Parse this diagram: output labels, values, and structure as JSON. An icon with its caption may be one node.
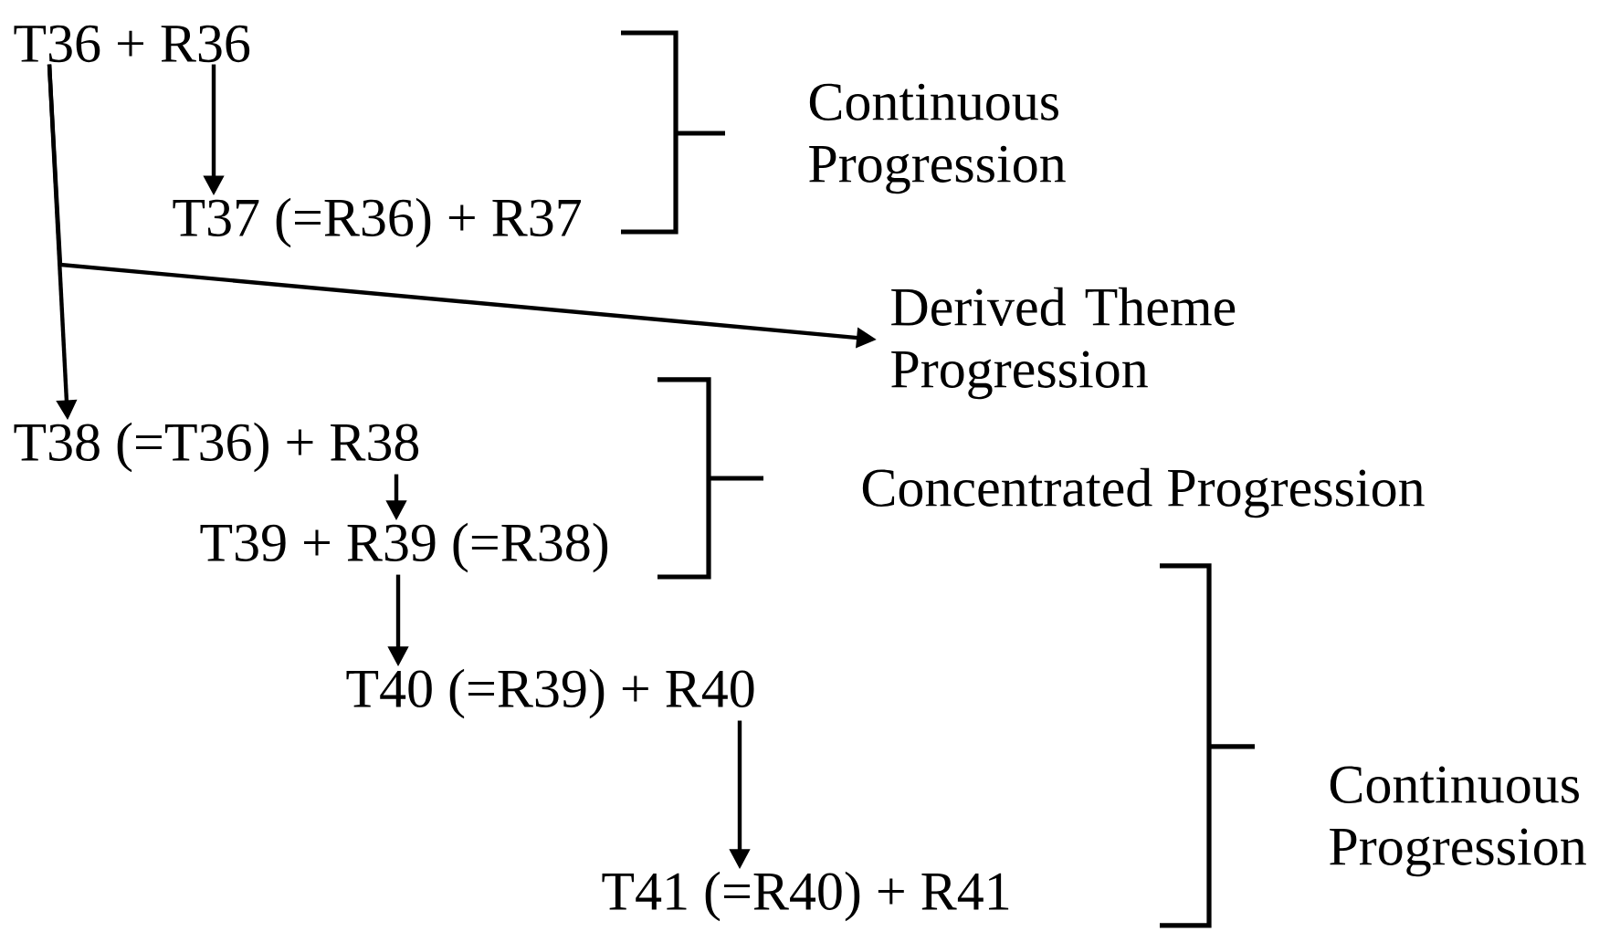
{
  "diagram": {
    "nodes": [
      {
        "text": [
          "T36 + R36"
        ]
      },
      {
        "text": [
          "T37 (=R36) + R37"
        ]
      },
      {
        "text": [
          "T38 (=T36) + R38"
        ]
      },
      {
        "text": [
          "T39 + R39 (=R38)"
        ]
      },
      {
        "text": [
          "T40 (=R39) + R40"
        ]
      },
      {
        "text": [
          "T41 (=R40) + R41"
        ]
      },
      {
        "text": [
          "Derived Theme Progression"
        ]
      }
    ],
    "edges": [
      {
        "from": 0,
        "to": 1,
        "arrow": "to"
      },
      {
        "from": 0,
        "to": 2,
        "arrow": "to"
      },
      {
        "from": 0,
        "to": 6,
        "arrow": "to"
      },
      {
        "from": 2,
        "to": 3,
        "arrow": "to"
      },
      {
        "from": 3,
        "to": 4,
        "arrow": "to"
      },
      {
        "from": 4,
        "to": 5,
        "arrow": "to"
      }
    ],
    "labels": [
      "Continuous Progression",
      "Concentrated Progression",
      "Continuous Progression"
    ]
  }
}
